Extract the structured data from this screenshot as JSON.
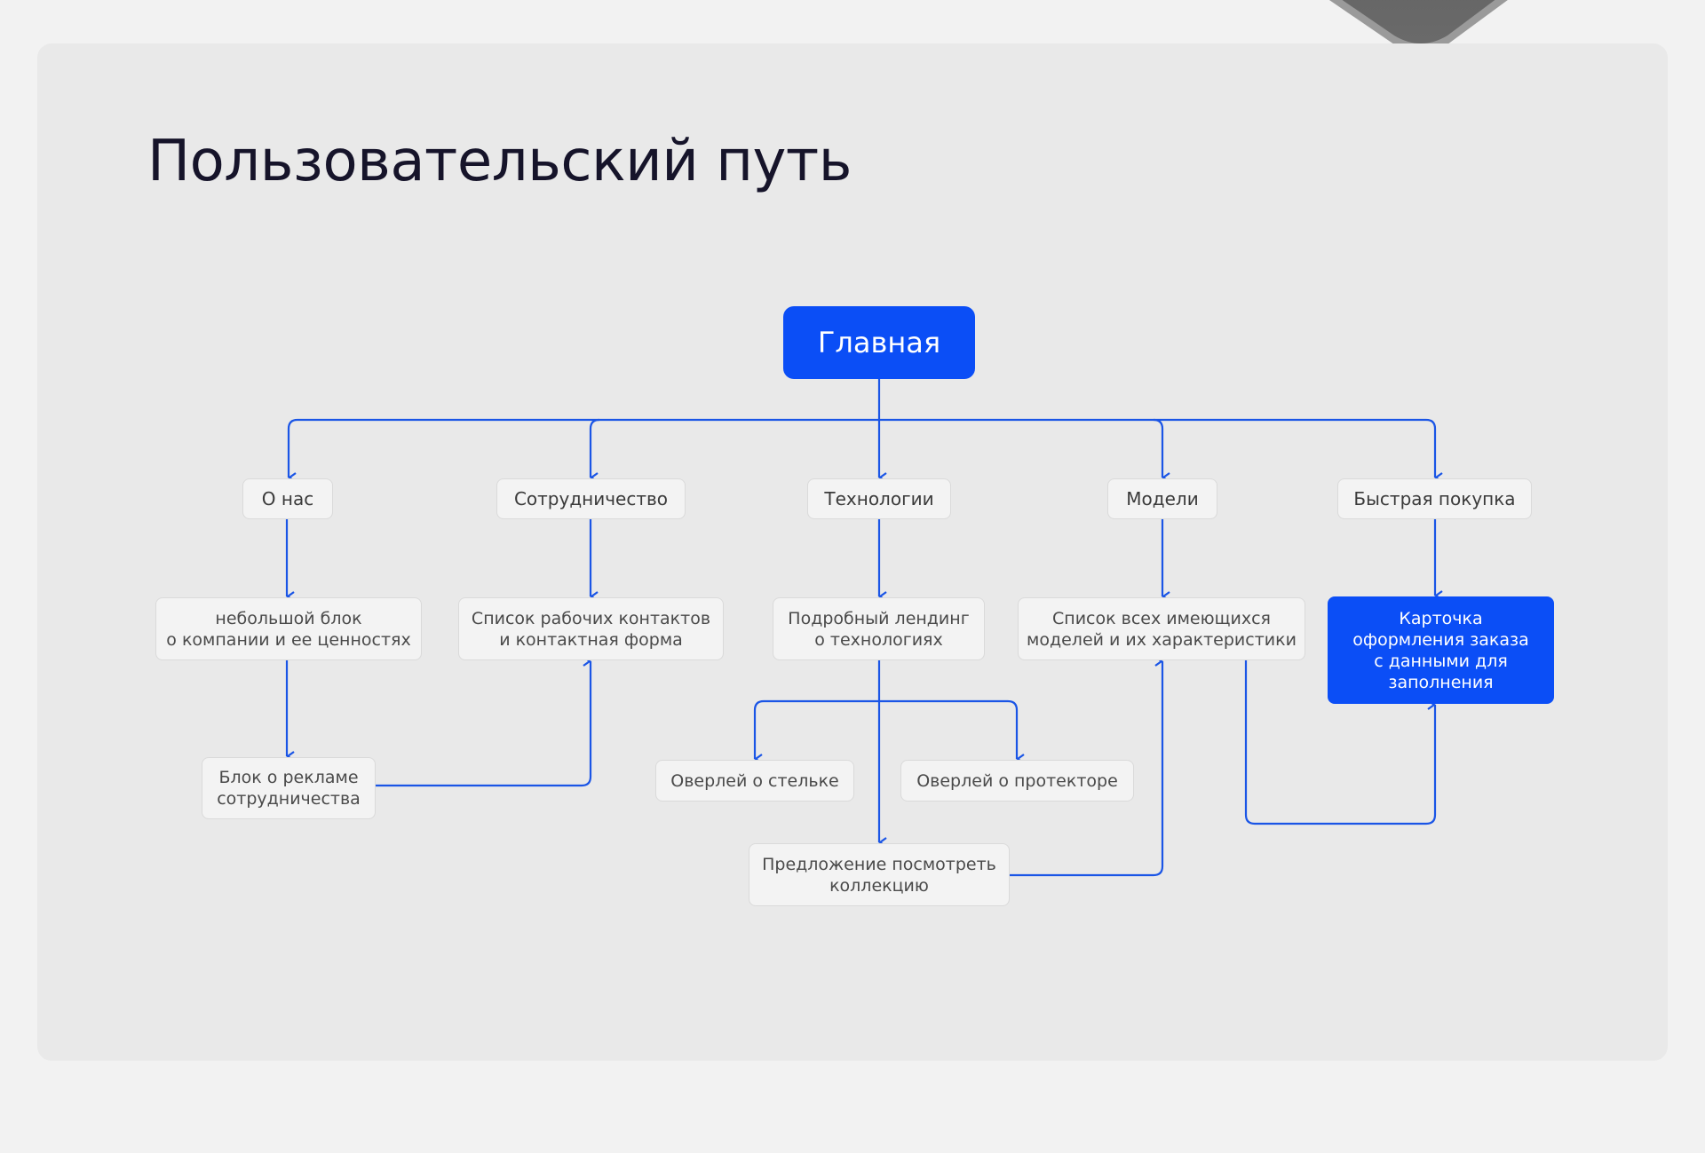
{
  "title": "Пользовательский путь",
  "colors": {
    "accent": "#0b4ef6",
    "line": "#1a55e6",
    "card": "#e9e9e9",
    "node": "#f3f3f3"
  },
  "root": "Главная",
  "sections": [
    {
      "label": "О нас"
    },
    {
      "label": "Сотрудничество"
    },
    {
      "label": "Технологии"
    },
    {
      "label": "Модели"
    },
    {
      "label": "Быстрая покупка"
    }
  ],
  "details": {
    "about": "небольшой блок\nо компании и ее ценностях",
    "partnership": "Список рабочих контактов\nи контактная форма",
    "tech": "Подробный лендинг\nо технологиях",
    "models": "Список всех имеющихся\nмоделей и их характеристики",
    "checkout": "Карточка\nоформления заказа\nс данными для\nзаполнения"
  },
  "sub": {
    "ad_block": "Блок о рекламе\nсотрудничества",
    "overlay_insole": "Оверлей о стельке",
    "overlay_tread": "Оверлей о протекторе",
    "collection_offer": "Предложение посмотреть\nколлекцию"
  }
}
